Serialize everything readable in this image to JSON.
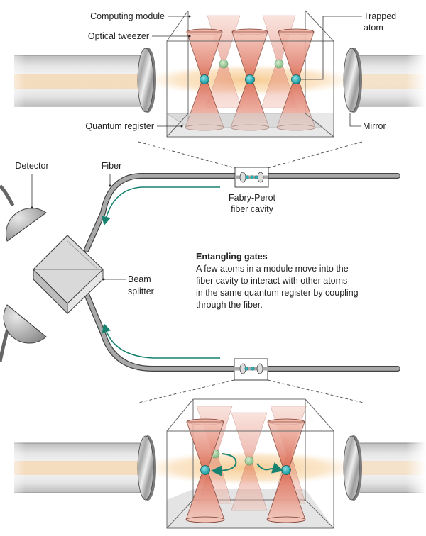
{
  "title": "Modular quantum computing with fiber-coupled atom registers",
  "labels": {
    "computing_module": "Computing module",
    "optical_tweezer": "Optical tweezer",
    "quantum_register": "Quantum register",
    "trapped_atom_line1": "Trapped",
    "trapped_atom_line2": "atom",
    "mirror": "Mirror",
    "detector": "Detector",
    "fiber": "Fiber",
    "cavity_line1": "Fabry-Perot",
    "cavity_line2": "fiber cavity",
    "beam_splitter_line1": "Beam",
    "beam_splitter_line2": "splitter"
  },
  "caption": {
    "heading": "Entangling gates",
    "lines": [
      "A few atoms in a module move into the",
      "fiber cavity to interact with other atoms",
      "in the same quantum register by coupling",
      "through the fiber."
    ]
  },
  "icons": {
    "atom": "trapped-atom-icon",
    "tweezer": "optical-tweezer-icon",
    "mirror": "mirror-icon",
    "detector": "detector-icon",
    "beam_splitter": "beam-splitter-icon",
    "arrow": "photon-arrow-icon"
  },
  "colors": {
    "tweezer": "#e8907f",
    "tweezer_dark": "#c4543f",
    "atom_active": "#2bb5b8",
    "atom_idle": "#9fcf9f",
    "beam": "#f6c27f",
    "arrow": "#16826f",
    "fiber": "#8a8a8a",
    "outline": "#555555"
  }
}
